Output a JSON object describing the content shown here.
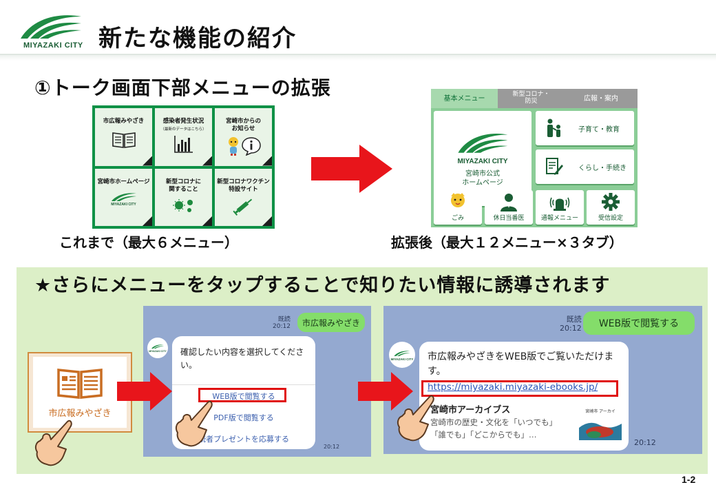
{
  "header": {
    "logo_text": "MIYAZAKI CITY",
    "title": "新たな機能の紹介",
    "colors": {
      "brand_green": "#1a7a3c",
      "rule": "#dfe6e1"
    }
  },
  "section1": {
    "title": "①トーク画面下部メニューの拡張",
    "old_menu": {
      "items": [
        {
          "label": "市広報みやざき",
          "sub": "",
          "icon": "book-icon"
        },
        {
          "label": "感染者発生状況",
          "sub": "（最新のデータはこちら）",
          "icon": "bar-chart-icon"
        },
        {
          "label": "宮崎市からの\nお知らせ",
          "sub": "",
          "icon": "info-icon"
        },
        {
          "label": "宮崎市ホームページ",
          "sub": "",
          "icon": "city-logo-icon",
          "logo_text": "MIYAZAKI CITY"
        },
        {
          "label": "新型コロナに\n関すること",
          "sub": "",
          "icon": "virus-icon"
        },
        {
          "label": "新型コロナワクチン\n特設サイト",
          "sub": "",
          "icon": "syringe-icon"
        }
      ],
      "caption": "これまで（最大６メニュー）"
    },
    "new_menu": {
      "tabs": [
        "基本メニュー",
        "新型コロナ・\n防災",
        "広報・案内"
      ],
      "main": {
        "brand": "MIYAZAKI CITY",
        "label": "宮崎市公式\nホームページ"
      },
      "wide_items": [
        {
          "label": "子育て・教育",
          "icon": "family-icon"
        },
        {
          "label": "くらし・手続き",
          "icon": "form-icon"
        }
      ],
      "small_items": [
        {
          "label": "ごみ",
          "icon": "mascot-icon"
        },
        {
          "label": "休日当番医",
          "icon": "doctor-icon"
        },
        {
          "label": "通報メニュー",
          "icon": "siren-icon"
        },
        {
          "label": "受信設定",
          "icon": "gear-icon"
        }
      ],
      "caption": "拡張後（最大１２メニュー×３タブ）",
      "colors": {
        "bg": "#8bcd97",
        "tab_active": "#a7d9ae",
        "tab_inactive": "#9a9a9a"
      }
    }
  },
  "section2": {
    "title": "★さらにメニューをタップすることで知りたい情報に誘導されます",
    "book_card_label": "市広報みやざき",
    "chat1": {
      "read": "既読",
      "time_sent": "20:12",
      "my_message": "市広報みやざき",
      "avatar_text": "MIYAZAKI CITY",
      "bot_message": "確認したい内容を選択してください。",
      "options": [
        "WEB版で閲覧する",
        "PDF版で閲覧する",
        "読者プレゼントを応募する"
      ],
      "time_reply": "20:12"
    },
    "chat2": {
      "read": "既読",
      "time_sent": "20:12",
      "my_message": "WEB版で閲覧する",
      "avatar_text": "MIYAZAKI CITY",
      "bot_message": "市広報みやざきをWEB版でご覧いただけます。",
      "link": "https://miyazaki.miyazaki-ebooks.jp/",
      "preview_title": "宮崎市アーカイブス",
      "preview_desc": "宮崎市の歴史・文化を「いつでも」「誰でも」「どこからでも」…",
      "thumb_text": "宮崎市 アーカイ",
      "time_reply": "20:12"
    },
    "colors": {
      "panel": "#dcefc7",
      "chat_bg": "#94a9d0",
      "my_bubble": "#84dd6a",
      "highlight": "#e01010",
      "link": "#2a54b8"
    }
  },
  "page_number": "1-2"
}
